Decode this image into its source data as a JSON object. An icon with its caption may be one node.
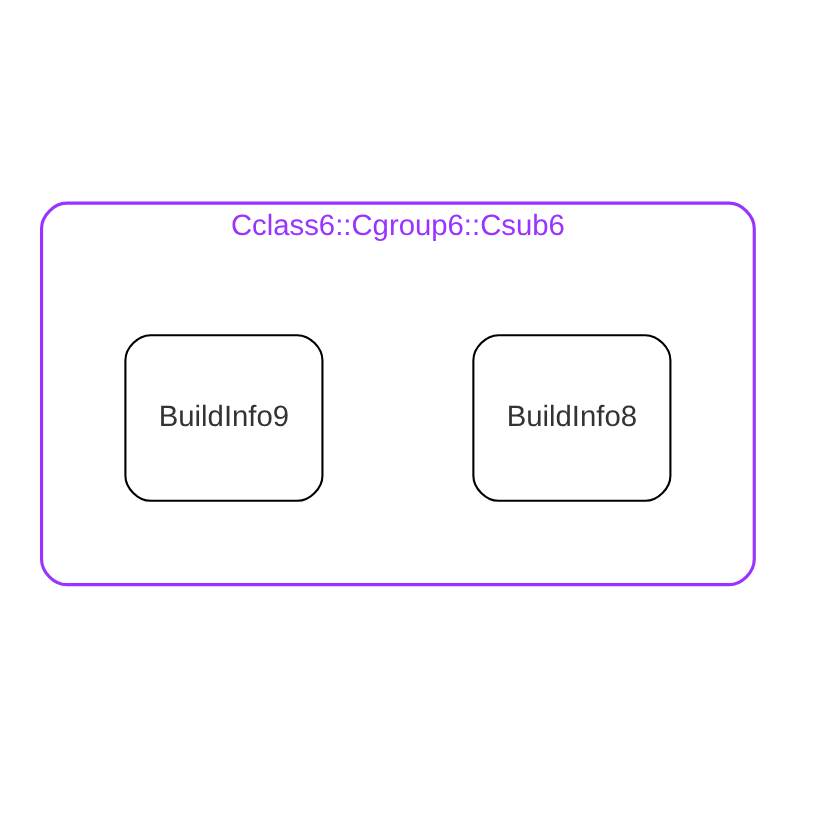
{
  "diagram": {
    "nodes": [
      {
        "text": [
          "Cclass6::Cgroup6::Csub6"
        ]
      },
      {
        "text": [
          "BuildInfo8"
        ],
        "in": 0
      },
      {
        "text": [
          "BuildInfo9"
        ],
        "in": 0
      }
    ]
  }
}
